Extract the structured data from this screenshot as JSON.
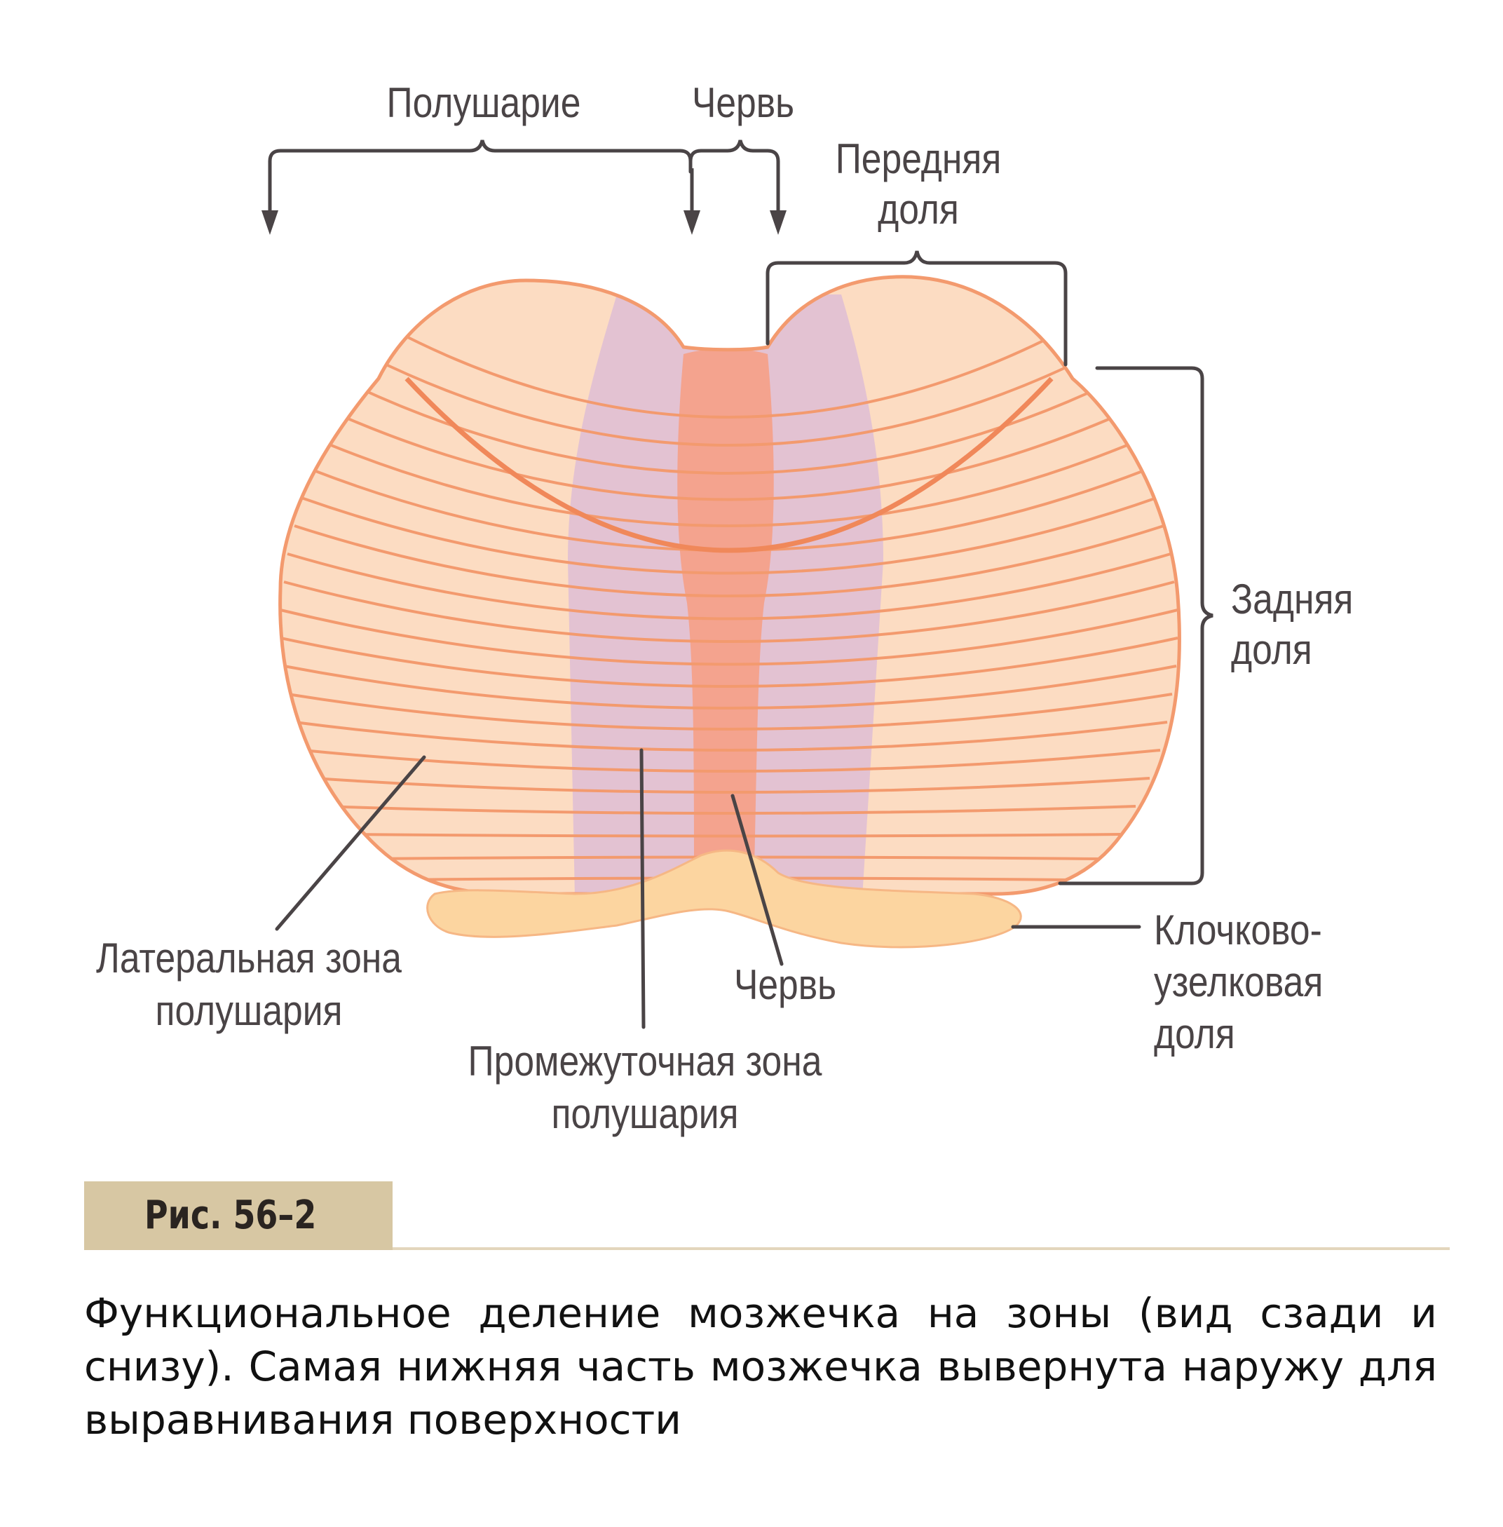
{
  "labels": {
    "hemisphere": "Полушарие",
    "vermis_top": "Червь",
    "anterior_lobe_l1": "Передняя",
    "anterior_lobe_l2": "доля",
    "posterior_lobe_l1": "Задняя",
    "posterior_lobe_l2": "доля",
    "flocculonodular_l1": "Клочково-",
    "flocculonodular_l2": "узелковая",
    "flocculonodular_l3": "доля",
    "lateral_zone_l1": "Латеральная зона",
    "lateral_zone_l2": "полушария",
    "vermis_bottom": "Червь",
    "intermediate_zone_l1": "Промежуточная зона",
    "intermediate_zone_l2": "полушария"
  },
  "figure": {
    "number": "Рис. 56–2",
    "caption": "Функциональное деление мозжечка на зоны (вид сзади и снизу). Самая нижняя часть мозжечка вывернута наружу для выравнивания поверхности"
  },
  "colors": {
    "lateral_zone": "#fcdcc2",
    "intermediate_zone": "#e3c2d2",
    "vermis": "#f4a38e",
    "folia_lines": "#f39a6e",
    "flocculonodular": "#fcd5a0",
    "leader_lines": "#4a4446",
    "figure_tag": "#d7c7a3"
  }
}
